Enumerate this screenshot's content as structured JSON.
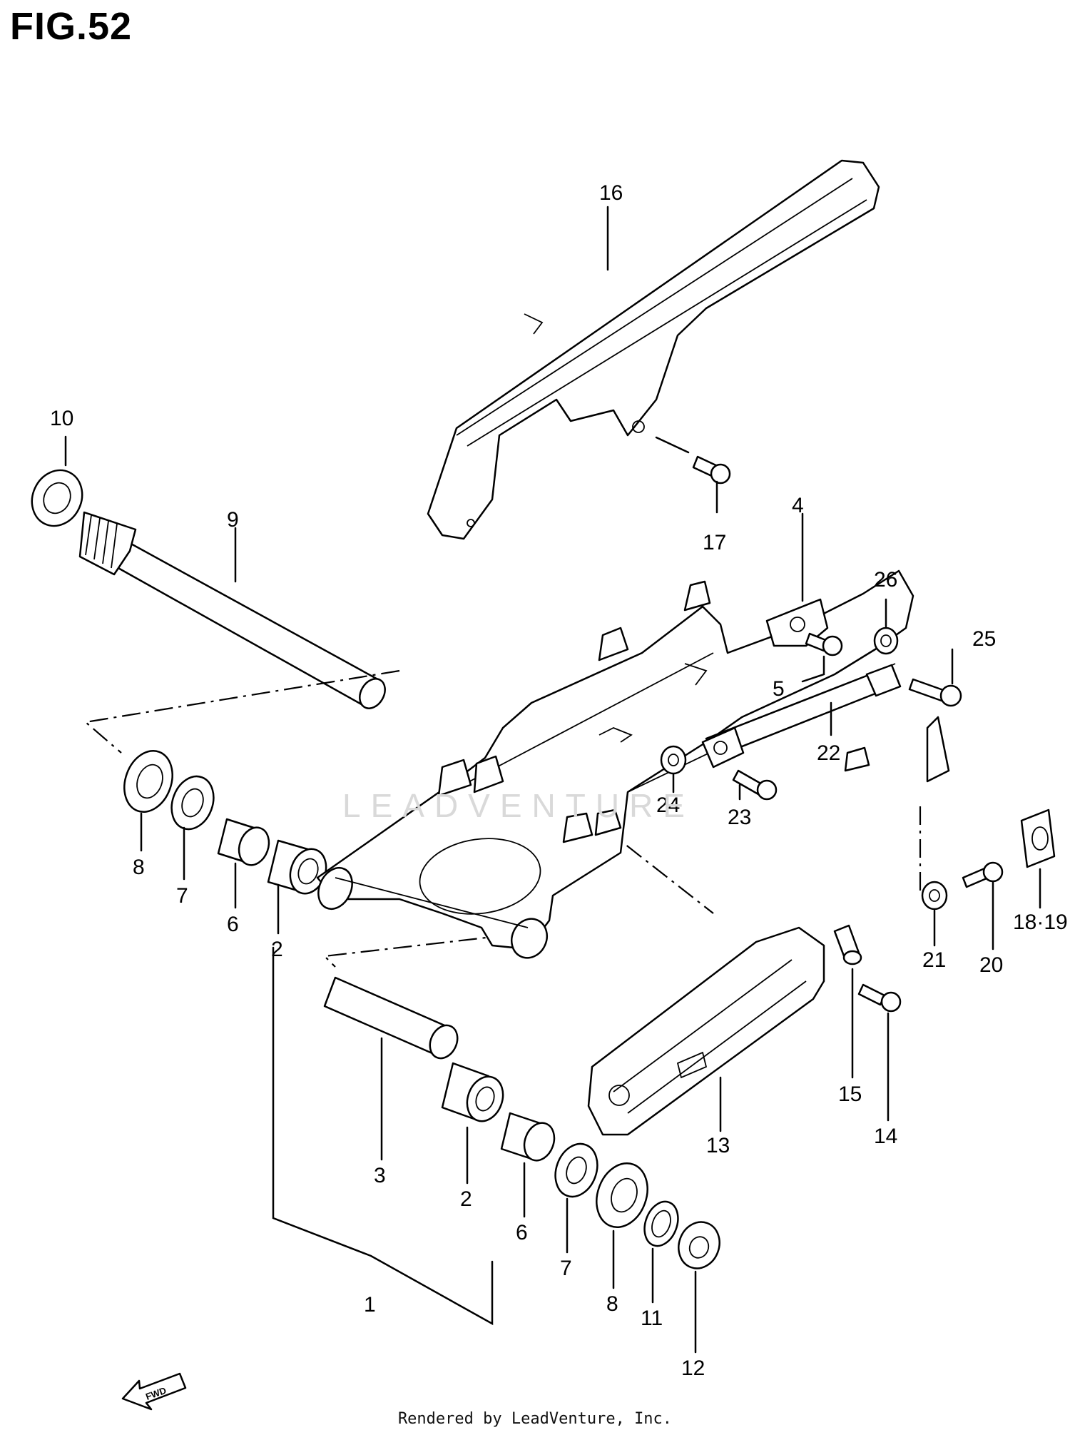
{
  "figure": {
    "title": "FIG.52",
    "credit": "Rendered by LeadVenture, Inc.",
    "watermark": "LEADVENTURE",
    "fwd_label": "FWD"
  },
  "callouts": {
    "c1": "1",
    "c2a": "2",
    "c2b": "2",
    "c3": "3",
    "c4": "4",
    "c5": "5",
    "c6a": "6",
    "c6b": "6",
    "c7a": "7",
    "c7b": "7",
    "c8a": "8",
    "c8b": "8",
    "c9": "9",
    "c10": "10",
    "c11": "11",
    "c12": "12",
    "c13": "13",
    "c14": "14",
    "c15": "15",
    "c16": "16",
    "c17": "17",
    "c18": "18·19",
    "c20": "20",
    "c21": "21",
    "c22": "22",
    "c23": "23",
    "c24": "24",
    "c25": "25",
    "c26": "26"
  }
}
